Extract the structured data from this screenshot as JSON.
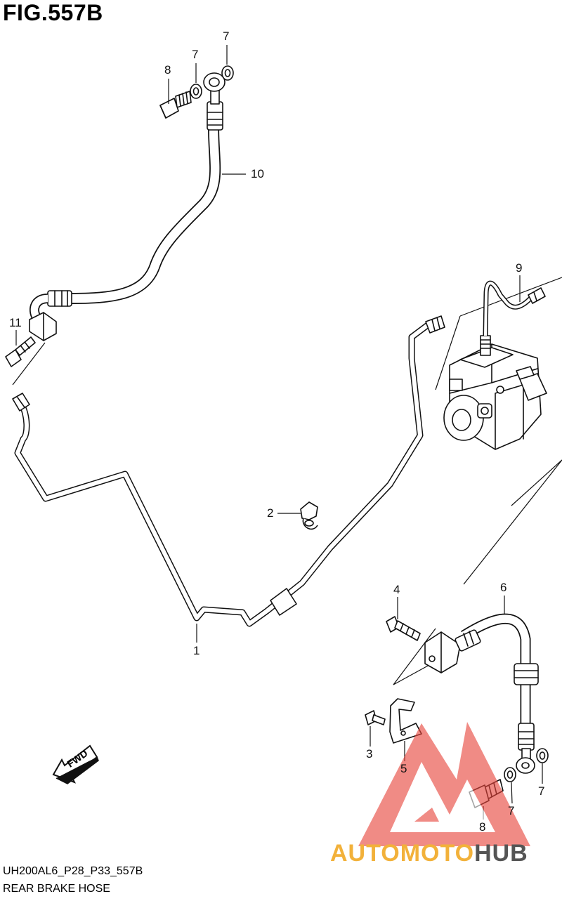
{
  "figure": {
    "title": "FIG.557B",
    "code": "UH200AL6_P28_P33_557B",
    "caption": "REAR BRAKE HOSE",
    "fwd_label": "FWD"
  },
  "callouts": [
    {
      "id": "c-8a",
      "label": "8"
    },
    {
      "id": "c-7a",
      "label": "7"
    },
    {
      "id": "c-7b",
      "label": "7"
    },
    {
      "id": "c-10",
      "label": "10"
    },
    {
      "id": "c-11",
      "label": "11"
    },
    {
      "id": "c-9",
      "label": "9"
    },
    {
      "id": "c-2",
      "label": "2"
    },
    {
      "id": "c-1",
      "label": "1"
    },
    {
      "id": "c-4",
      "label": "4"
    },
    {
      "id": "c-6",
      "label": "6"
    },
    {
      "id": "c-3",
      "label": "3"
    },
    {
      "id": "c-5",
      "label": "5"
    },
    {
      "id": "c-8b",
      "label": "8"
    },
    {
      "id": "c-7c",
      "label": "7"
    },
    {
      "id": "c-7d",
      "label": "7"
    }
  ],
  "watermark": {
    "text_part1": "AUTOMOTO",
    "text_part2": "HUB",
    "color_part1": "#f2b13a",
    "color_part2": "#555555",
    "logo_color": "#e8453c"
  },
  "colors": {
    "line": "#111111",
    "background": "#ffffff"
  }
}
